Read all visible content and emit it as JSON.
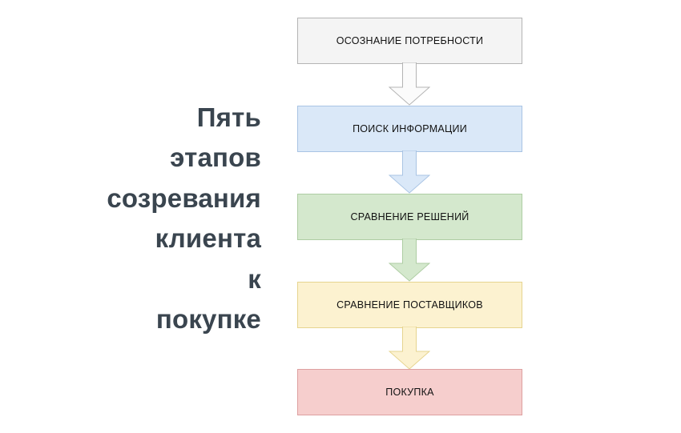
{
  "diagram": {
    "title_lines": "Пять\nэтапов\nсозревания\nклиента\nк\nпокупке",
    "title_text": "Пять этапов созревания клиента к покупке",
    "background_color": "#ffffff",
    "title_color": "#3a454f",
    "nodes": [
      {
        "id": "awareness",
        "label": "ОСОЗНАНИЕ ПОТРЕБНОСТИ",
        "fill": "#f4f4f4",
        "border": "#b4b4b4",
        "order": 1
      },
      {
        "id": "information-search",
        "label": "ПОИСК ИНФОРМАЦИИ",
        "fill": "#dae8f8",
        "border": "#a9c4e4",
        "order": 2
      },
      {
        "id": "solution-comparison",
        "label": "СРАВНЕНИЕ РЕШЕНИЙ",
        "fill": "#d4e8cd",
        "border": "#aecda3",
        "order": 3
      },
      {
        "id": "supplier-comparison",
        "label": "СРАВНЕНИЕ ПОСТАВЩИКОВ",
        "fill": "#fcf2d0",
        "border": "#e6d48f",
        "order": 4
      },
      {
        "id": "purchase",
        "label": "ПОКУПКА",
        "fill": "#f6cecd",
        "border": "#dda0a0",
        "order": 5
      }
    ],
    "connectors": [
      {
        "id": "arrow-awareness-to-search",
        "from": "awareness",
        "to": "information-search",
        "fill": "#fbfbfb",
        "border": "#b4b4b4"
      },
      {
        "id": "arrow-search-to-solution",
        "from": "information-search",
        "to": "solution-comparison",
        "fill": "#dae8f8",
        "border": "#a9c4e4"
      },
      {
        "id": "arrow-solution-to-supplier",
        "from": "solution-comparison",
        "to": "supplier-comparison",
        "fill": "#d4e8cd",
        "border": "#aecda3"
      },
      {
        "id": "arrow-supplier-to-purchase",
        "from": "supplier-comparison",
        "to": "purchase",
        "fill": "#fcf2d0",
        "border": "#e6d48f"
      }
    ]
  }
}
